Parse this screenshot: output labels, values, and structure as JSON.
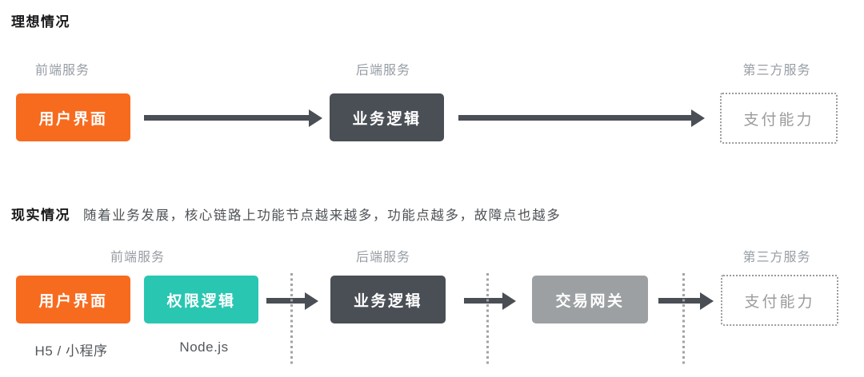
{
  "ideal": {
    "title": "理想情况",
    "labels": {
      "frontend": "前端服务",
      "backend": "后端服务",
      "thirdparty": "第三方服务"
    },
    "nodes": {
      "ui": "用户界面",
      "logic": "业务逻辑",
      "pay": "支付能力"
    }
  },
  "real": {
    "title": "现实情况",
    "subtitle": "随着业务发展，核心链路上功能节点越来越多，功能点越多，故障点也越多",
    "labels": {
      "frontend": "前端服务",
      "backend": "后端服务",
      "thirdparty": "第三方服务"
    },
    "nodes": {
      "ui": "用户界面",
      "auth": "权限逻辑",
      "logic": "业务逻辑",
      "gateway": "交易网关",
      "pay": "支付能力"
    },
    "sublabels": {
      "ui": "H5 / 小程序",
      "auth": "Node.js"
    }
  },
  "colors": {
    "orange": "#f76b1f",
    "teal": "#29c6b2",
    "dark_slate": "#4a4e55",
    "gray": "#9da0a2",
    "dashed_gray": "#9b9b9b",
    "label_gray": "#979da4",
    "text_dark": "#17181a"
  }
}
